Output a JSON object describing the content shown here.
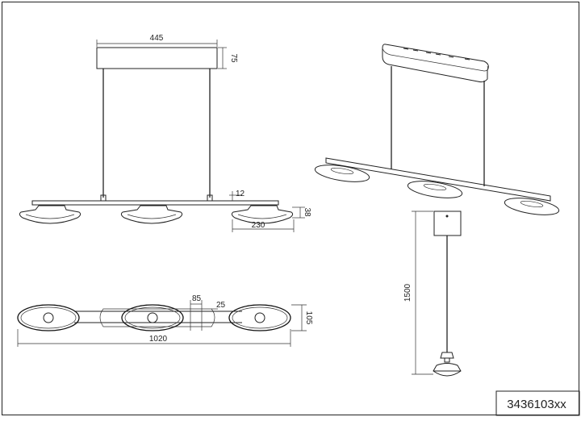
{
  "sheet": {
    "article_number": "3436103xx"
  },
  "dimensions": {
    "canopy_width": "445",
    "canopy_height": "75",
    "bar_height": "12",
    "shade_height": "38",
    "shade_diameter": "230",
    "small_spacing": "85",
    "small_width": "25",
    "total_length": "1020",
    "total_depth": "105",
    "suspension_length": "1500"
  }
}
